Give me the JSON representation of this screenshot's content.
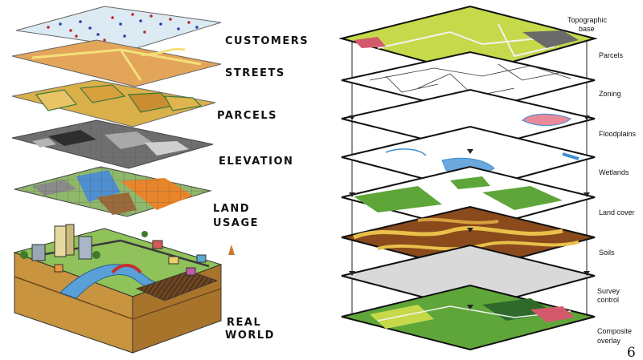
{
  "left_panel": {
    "labels": {
      "customers": "CUSTOMERS",
      "streets": "STREETS",
      "parcels": "PARCELS",
      "elevation": "ELEVATION",
      "land_usage_1": "LAND",
      "land_usage_2": "USAGE",
      "real_world_1": "REAL",
      "real_world_2": "WORLD"
    }
  },
  "right_panel": {
    "labels": {
      "topographic_1": "Topographic",
      "topographic_2": "base",
      "parcels": "Parcels",
      "zoning": "Zoning",
      "floodplains": "Floodplains",
      "wetlands": "Wetlands",
      "land_cover": "Land cover",
      "soils": "Soils",
      "survey_1": "Survey",
      "survey_2": "control",
      "composite_1": "Composite",
      "composite_2": "overlay"
    }
  },
  "page_number": "6",
  "colors": {
    "customers": "#dbeaf3",
    "streets": "#e3a55a",
    "parcels": "#d9b04a",
    "elevation": "#6f6f6f",
    "land_usage_blue": "#4f8fcf",
    "land_usage_orange": "#e8842a",
    "topo_green": "#c5d94a",
    "wetlands": "#3d8fd1",
    "land_cover": "#5fa63a",
    "soils": "#8a4a1c",
    "survey": "#d9d9d9"
  }
}
